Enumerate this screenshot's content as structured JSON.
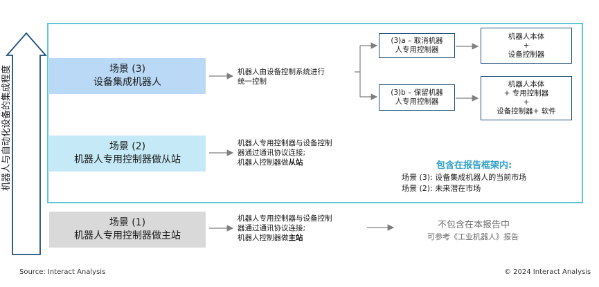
{
  "axis_label": "机器人与自动化设备的集成程度",
  "scene3": {
    "title": "场景 (3)",
    "subtitle": "设备集成机器人",
    "desc_line1": "机器人由设备控制系统进行",
    "desc_line2": "统一控制"
  },
  "option_a": {
    "line1": "(3)a – 取消机器",
    "line2": "人专用控制器",
    "result_line1": "机器人本体",
    "result_plus": "+",
    "result_line2": "设备控制器"
  },
  "option_b": {
    "line1": "(3)b – 保留机器",
    "line2": "人专用控制器",
    "result_line1": "机器人本体",
    "result_line2": "+ 专用控制器",
    "result_plus": "+",
    "result_line3": "设备控制器+ 软件"
  },
  "scene2": {
    "title": "场景 (2)",
    "subtitle": "机器人专用控制器做从站",
    "desc_line1": "机器人专用控制器与设备控制",
    "desc_line2": "器通过通讯协议连接;",
    "desc_line3_prefix": "机器人控制器做",
    "desc_line3_bold": "从站"
  },
  "scene1": {
    "title": "场景 (1)",
    "subtitle": "机器人专用控制器做主站",
    "desc_line1": "机器人专用控制器与设备控制",
    "desc_line2": "器通过通讯协议连接;",
    "desc_line3_prefix": "机器人控制器做",
    "desc_line3_bold": "主站"
  },
  "included": {
    "title": "包含在报告框架内:",
    "line1": "场景 (3): 设备集成机器人的当前市场",
    "line2": "场景 (2): 未来潜在市场"
  },
  "excluded": {
    "title": "不包含在本报告中",
    "subtitle": "可参考《工业机器人》报告"
  },
  "footer": {
    "source": "Source: Interact Analysis",
    "copyright": "© 2024 Interact Analysis"
  },
  "colors": {
    "frame": "#5ec6d6",
    "scene3_fill": "#b9d9f6",
    "scene2_fill": "#c5e9f6",
    "scene1_fill": "#d9d9d9",
    "box_border": "#1f4e79",
    "included_title": "#2e9fc7",
    "arrow": "#7f7f7f",
    "axis_arrow": "#1f4e79"
  }
}
